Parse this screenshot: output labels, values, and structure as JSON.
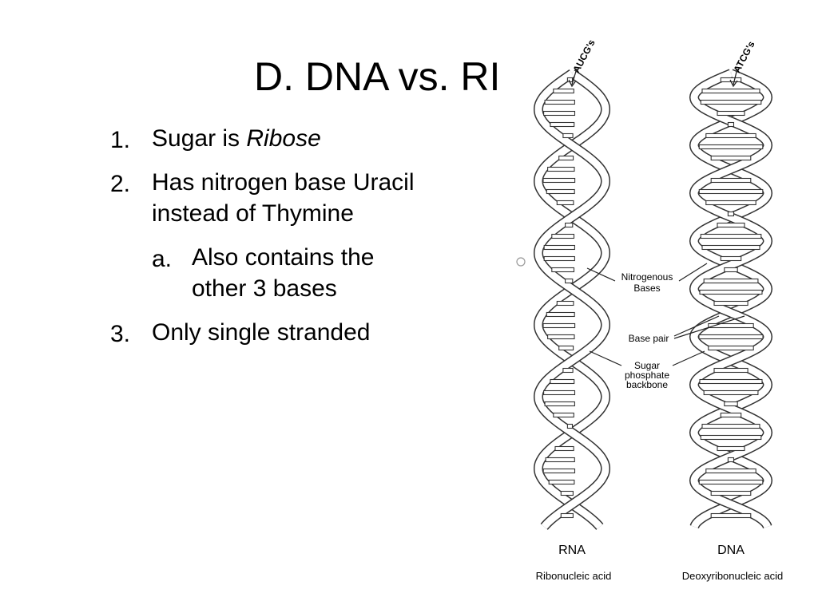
{
  "slide": {
    "title": "D. DNA vs. RI",
    "items": [
      {
        "number": "1.",
        "text_plain": "Sugar is ",
        "text_italic": "Ribose"
      },
      {
        "number": "2.",
        "line1": "Has nitrogen base Uracil",
        "line2": "instead of Thymine"
      },
      {
        "number": "a.",
        "line1": "Also contains the",
        "line2": "other 3 bases"
      },
      {
        "number": "3.",
        "text": "Only single stranded"
      }
    ]
  },
  "figure": {
    "labels": {
      "rna_top": "AUCG's",
      "dna_top": "ATCG's",
      "nitrogenous_1": "Nitrogenous",
      "nitrogenous_2": "Bases",
      "base_pair": "Base pair",
      "sugar_1": "Sugar",
      "sugar_2": "phosphate",
      "sugar_3": "backbone",
      "rna_title": "RNA",
      "rna_sub": "Ribonucleic acid",
      "dna_title": "DNA",
      "dna_sub": "Deoxyribonucleic acid"
    }
  }
}
